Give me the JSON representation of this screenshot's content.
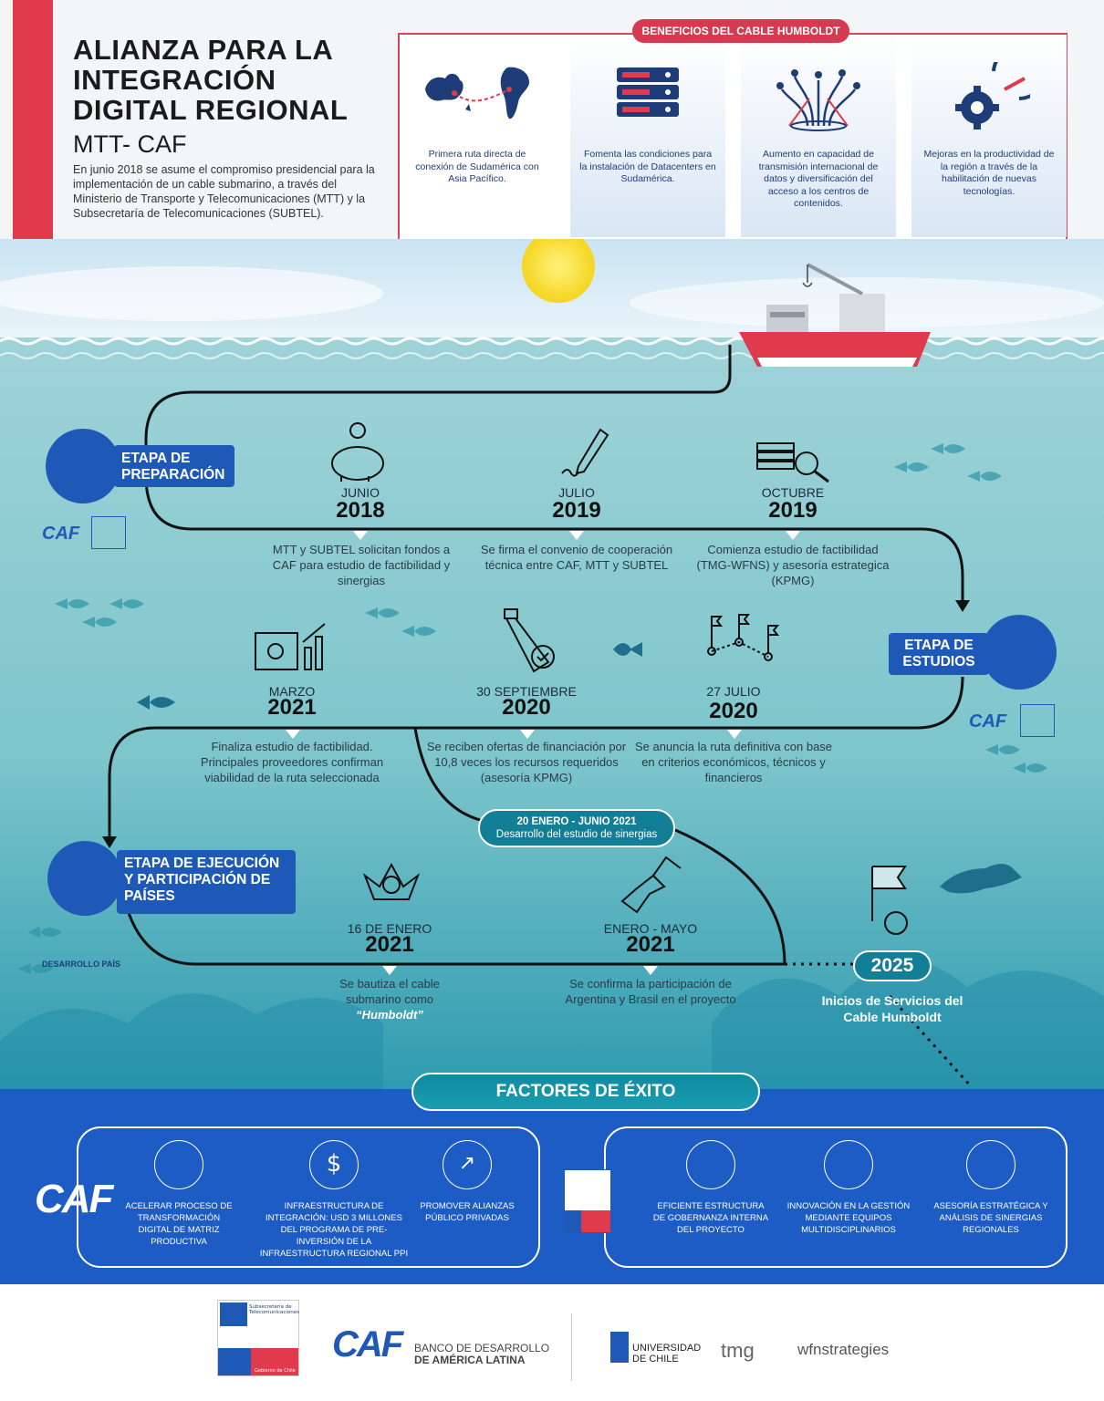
{
  "header": {
    "title_lines": [
      "ALIANZA PARA LA",
      "INTEGRACIÓN",
      "DIGITAL REGIONAL"
    ],
    "subtitle": "MTT- CAF",
    "intro": "En junio 2018 se asume el compromiso presidencial para la implementación de un cable submarino, a través del Ministerio de Transporte y Telecomunicaciones (MTT)  y la Subsecretaría de Telecomunicaciones (SUBTEL)."
  },
  "benefits": {
    "tag": "BENEFICIOS DEL CABLE HUMBOLDT",
    "items": [
      {
        "icon": "map-route-icon",
        "text": "Primera ruta directa de conexión de Sudamérica con Asia Pacífico."
      },
      {
        "icon": "datacenter-server-icon",
        "text": "Fomenta las condiciones para la instalación de Datacenters en Sudamérica."
      },
      {
        "icon": "fiber-capacity-icon",
        "text": "Aumento en capacidad de transmisión internacional de datos y diversificación del acceso a los centros de contenidos."
      },
      {
        "icon": "gear-speed-icon",
        "text": "Mejoras en la productividad de la región a través de la habilitación de nuevas tecnologías."
      }
    ]
  },
  "stages": {
    "preparacion": "ETAPA DE PREPARACIÓN",
    "estudios": "ETAPA DE ESTUDIOS",
    "ejecucion": "ETAPA DE EJECUCIÓN Y PARTICIPACIÓN DE PAÍSES"
  },
  "milestones": [
    {
      "label": "JUNIO",
      "year": "2018",
      "desc": "MTT y SUBTEL solicitan fondos a CAF para estudio de factibilidad y sinergias",
      "icon": "piggy-bank-icon"
    },
    {
      "label": "JULIO",
      "year": "2019",
      "desc": "Se firma el convenio de cooperación técnica entre CAF, MTT y SUBTEL",
      "icon": "pen-signature-icon"
    },
    {
      "label": "OCTUBRE",
      "year": "2019",
      "desc": "Comienza estudio de factibilidad (TMG-WFNS) y asesoría estrategica (KPMG)",
      "icon": "study-magnifier-icon"
    },
    {
      "label": "27 JULIO",
      "year": "2020",
      "desc": "Se anuncia la ruta definitiva con base en criterios económicos, técnicos y financieros",
      "icon": "route-flags-icon"
    },
    {
      "label": "30 SEPTIEMBRE",
      "year": "2020",
      "desc": "Se reciben ofertas de financiación por 10,8 veces los recursos requeridos (asesoría KPMG)",
      "icon": "bottle-offer-icon"
    },
    {
      "label": "MARZO",
      "year": "2021",
      "desc": "Finaliza estudio de factibilidad. Principales proveedores confirman viabilidad de la ruta seleccionada",
      "icon": "chart-analysis-icon"
    },
    {
      "label": "16 DE ENERO",
      "year": "2021",
      "desc_lines": [
        "Se bautiza el cable",
        "submarino como"
      ],
      "desc_bold": "“Humboldt”",
      "icon": "crown-icon"
    },
    {
      "label": "ENERO - MAYO",
      "year": "2021",
      "desc": "Se confirma la participación de Argentina y Brasil en el proyecto",
      "icon": "handshake-icon"
    }
  ],
  "sinergias": {
    "dates": "20 ENERO - JUNIO 2021",
    "text": "Desarrollo del estudio de sinergias"
  },
  "final": {
    "year": "2025",
    "text": "Inicios de Servicios del Cable Humboldt"
  },
  "desarrollo_pais": "DESARROLLO PAÍS",
  "caf_short": "CAF",
  "factores": {
    "title": "FACTORES DE ÉXITO",
    "caf_items": [
      {
        "icon": "digital-gear-icon",
        "text": "ACELERAR PROCESO DE TRANSFORMACIÓN DIGITAL DE  MATRIZ PRODUCTIVA"
      },
      {
        "icon": "dollar-icon",
        "text": "INFRAESTRUCTURA DE INTEGRACIÓN: USD 3 MILLONES DEL PROGRAMA DE PRE-INVERSIÓN DE LA INFRAESTRUCTURA REGIONAL PPI"
      },
      {
        "icon": "growth-arrows-icon",
        "text": "PROMOVER ALIANZAS PÚBLICO PRIVADAS"
      }
    ],
    "subtel_items": [
      {
        "icon": "governance-hands-icon",
        "text": "EFICIENTE ESTRUCTURA DE GOBERNANZA INTERNA DEL PROYECTO"
      },
      {
        "icon": "lightbulb-icon",
        "text": "INNOVACIÓN EN LA GESTIÓN MEDIANTE EQUIPOS MULTIDISCIPLINARIOS"
      },
      {
        "icon": "strategy-network-icon",
        "text": "ASESORÍA ESTRATÉGICA Y ANÁLISIS DE SINERGIAS REGIONALES"
      }
    ]
  },
  "logos": {
    "subtel": "Subsecretaría de Telecomunicaciones",
    "gobierno": "Gobierno de Chile",
    "caf_line1": "BANCO DE DESARROLLO",
    "caf_line2": "DE AMÉRICA LATINA",
    "uchile": "UNIVERSIDAD DE CHILE",
    "tmg": "tmg",
    "wfn": "wfnstrategies"
  }
}
